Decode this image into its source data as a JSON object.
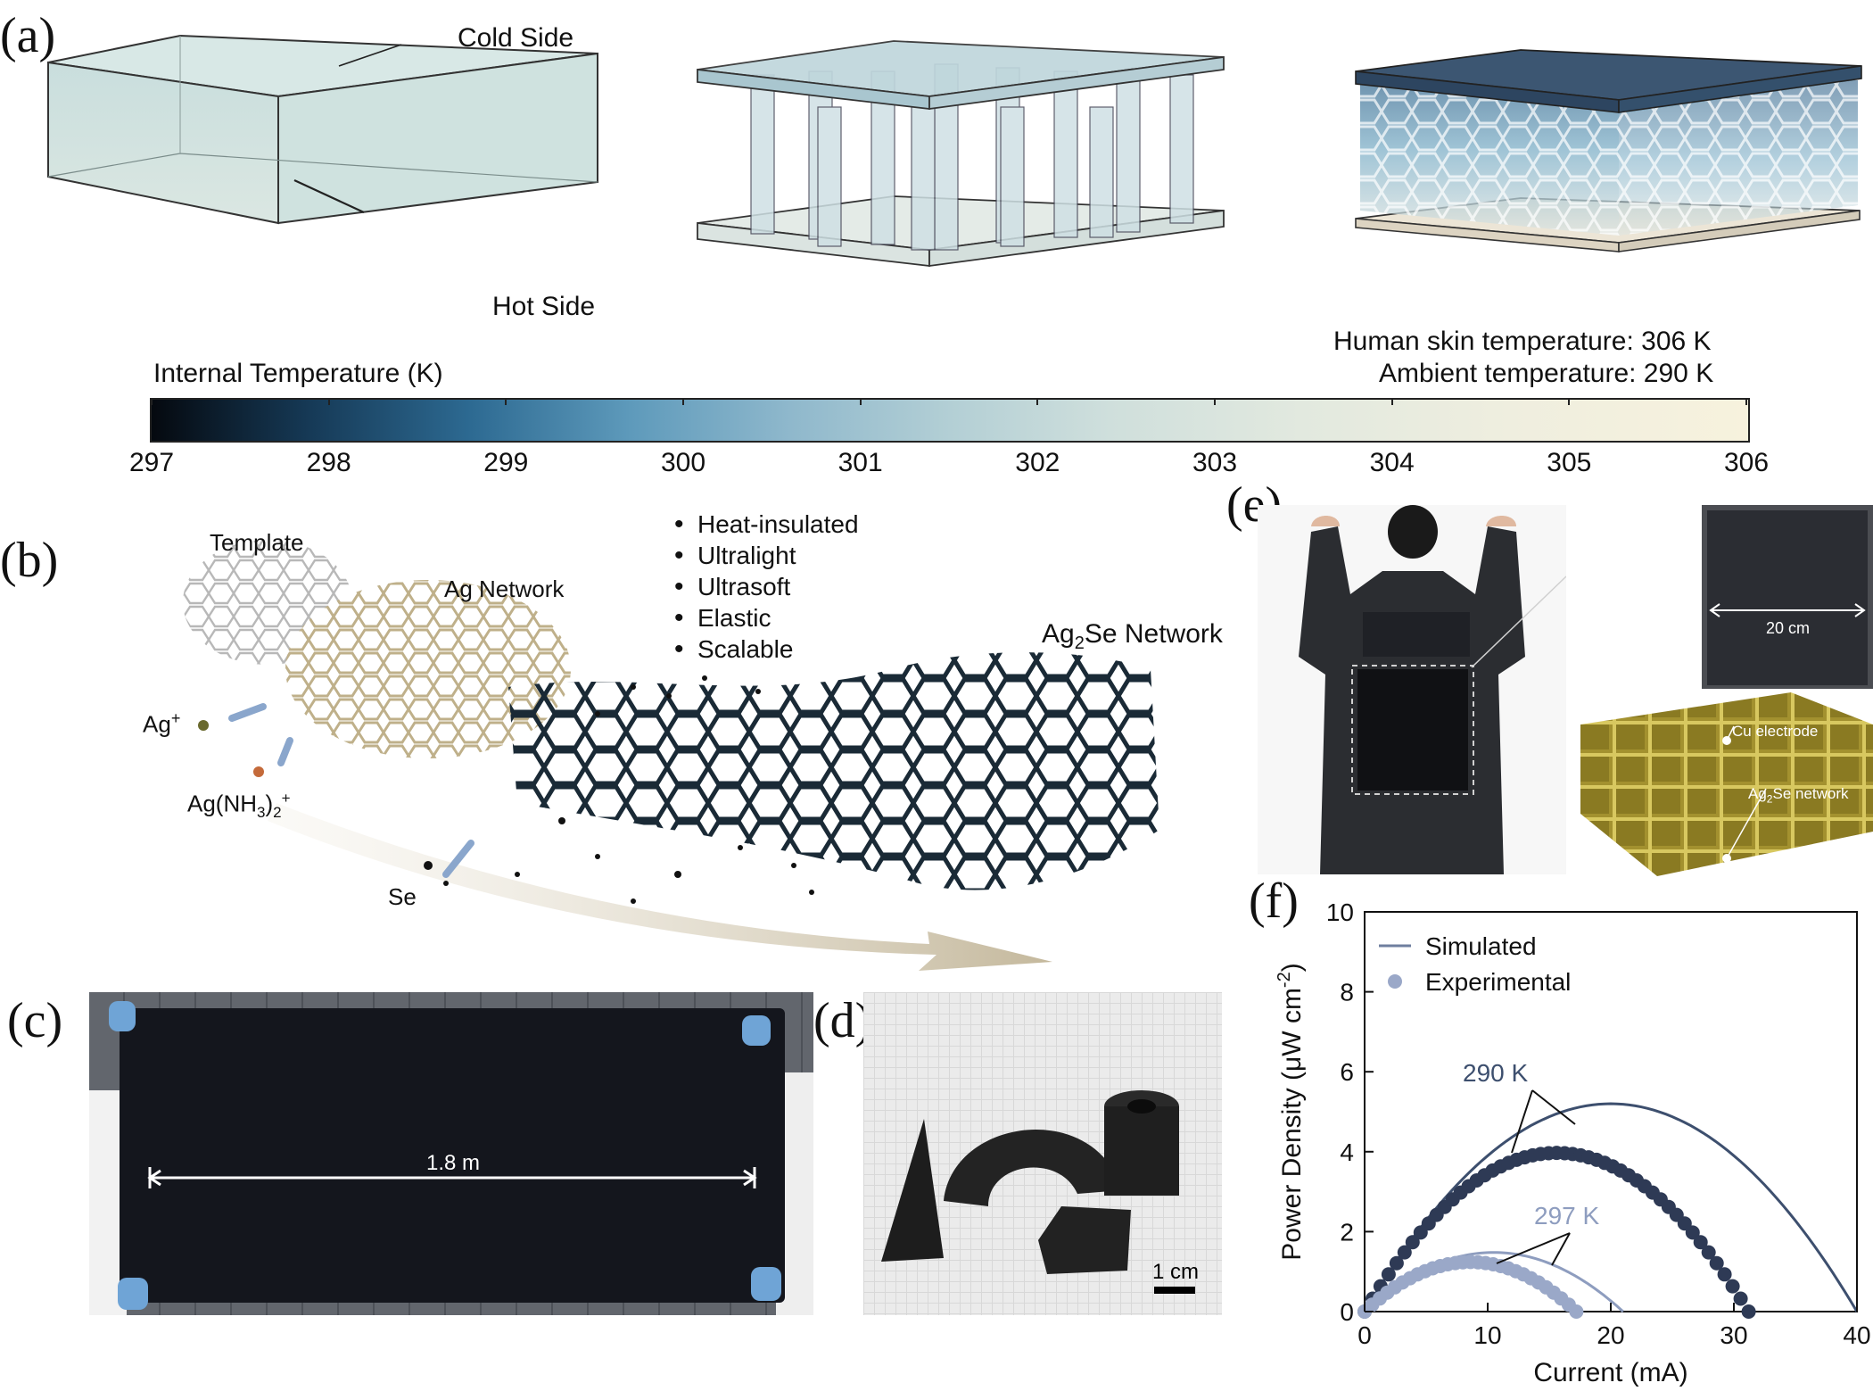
{
  "panels": {
    "a": "(a)",
    "b": "(b)",
    "c": "(c)",
    "d": "(d)",
    "e": "(e)",
    "f": "(f)"
  },
  "panel_a": {
    "cold_side": "Cold Side",
    "hot_side": "Hot Side",
    "colorbar_title": "Internal Temperature (K)",
    "skin_temp": "Human skin temperature: 306 K",
    "ambient_temp": "Ambient temperature: 290 K",
    "colorbar_ticks": [
      "297",
      "298",
      "299",
      "300",
      "301",
      "302",
      "303",
      "304",
      "305",
      "306"
    ],
    "colormap": [
      "#05090f",
      "#1c4a6b",
      "#3f7fa8",
      "#8fb8cc",
      "#c8dcdc",
      "#e4eadf",
      "#f6f2e0"
    ]
  },
  "panel_b": {
    "template": "Template",
    "ag_network": "Ag Network",
    "ag2se_network_prefix": "Ag",
    "ag2se_network_sub": "2",
    "ag2se_network_suffix": "Se Network",
    "ag_plus": "Ag",
    "ag_plus_sup": "+",
    "agnh3_prefix": "Ag(NH",
    "agnh3_sub": "3",
    "agnh3_mid": ")",
    "agnh3_sub2": "2",
    "agnh3_sup": "+",
    "se": "Se",
    "features": [
      "Heat-insulated",
      "Ultralight",
      "Ultrasoft",
      "Elastic",
      "Scalable"
    ]
  },
  "panel_c": {
    "length": "1.8 m"
  },
  "panel_d": {
    "scale": "1 cm"
  },
  "panel_e": {
    "inset_width": "20 cm",
    "cu_electrode": "Cu electrode",
    "ag2se_prefix": "Ag",
    "ag2se_sub": "2",
    "ag2se_suffix": "Se network"
  },
  "chart_data": {
    "type": "line",
    "xlabel": "Current (mA)",
    "ylabel_prefix": "Power Density (μW cm",
    "ylabel_sup": "-2",
    "ylabel_suffix": ")",
    "xlim": [
      0,
      40
    ],
    "ylim": [
      0,
      10
    ],
    "x_ticks": [
      "0",
      "10",
      "20",
      "30",
      "40"
    ],
    "y_ticks": [
      "0",
      "2",
      "4",
      "6",
      "8",
      "10"
    ],
    "legend": {
      "position": "top-left",
      "simulated": "Simulated",
      "experimental": "Experimental"
    },
    "annotations": {
      "t290": "290 K",
      "t297": "297 K"
    },
    "series": [
      {
        "name": "Simulated",
        "label": "290 K",
        "kind": "line",
        "color": "#3d4f6e",
        "isc": 40,
        "pmax": 5.2
      },
      {
        "name": "Experimental",
        "label": "290 K",
        "kind": "points",
        "color": "#2e3a55",
        "isc": 31.2,
        "pmax": 3.97,
        "n": 48
      },
      {
        "name": "Simulated",
        "label": "297 K",
        "kind": "line",
        "color": "#8e9dbf",
        "isc": 21,
        "pmax": 1.48
      },
      {
        "name": "Experimental",
        "label": "297 K",
        "kind": "points",
        "color": "#9aa8c8",
        "isc": 17.2,
        "pmax": 1.24,
        "n": 28
      }
    ]
  }
}
